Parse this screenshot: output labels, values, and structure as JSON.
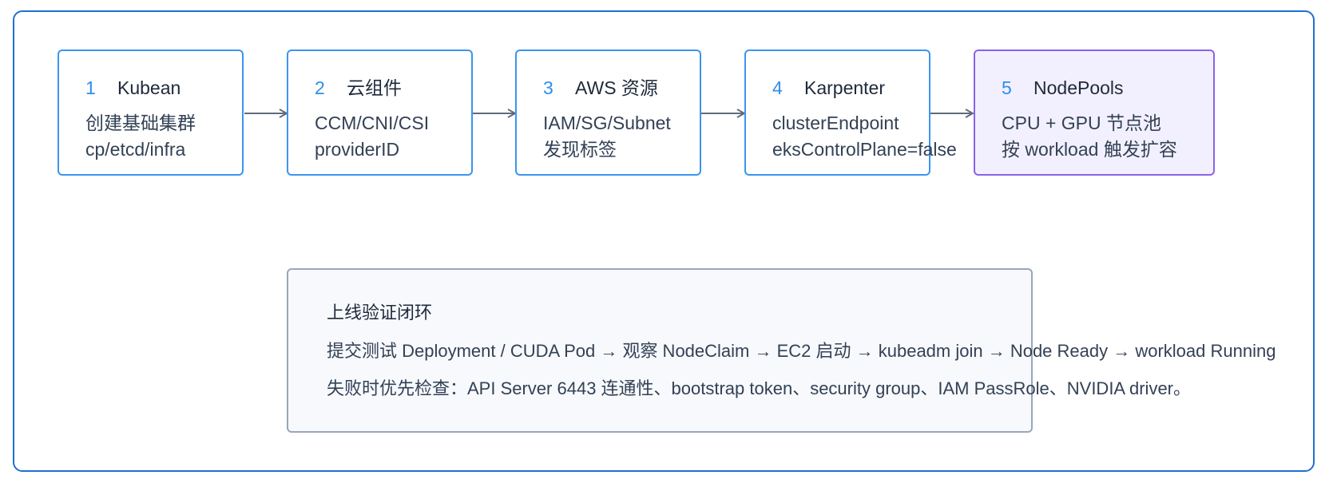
{
  "steps": [
    {
      "num": "1",
      "title": "Kubean",
      "line1": "创建基础集群",
      "line2": "cp/etcd/infra"
    },
    {
      "num": "2",
      "title": "云组件",
      "line1": "CCM/CNI/CSI",
      "line2": "providerID"
    },
    {
      "num": "3",
      "title": "AWS 资源",
      "line1": "IAM/SG/Subnet",
      "line2": "发现标签"
    },
    {
      "num": "4",
      "title": "Karpenter",
      "line1": "clusterEndpoint",
      "line2": "eksControlPlane=false"
    },
    {
      "num": "5",
      "title": "NodePools",
      "line1": "CPU + GPU 节点池",
      "line2": "按 workload 触发扩容"
    }
  ],
  "verify": {
    "title": "上线验证闭环",
    "line1": "提交测试 Deployment / CUDA Pod → 观察 NodeClaim → EC2 启动 → kubeadm join → Node Ready → workload Running",
    "line2": "失败时优先检查：API Server 6443 连通性、bootstrap token、security group、IAM PassRole、NVIDIA driver。"
  },
  "colors": {
    "frame_border": "#1f6fd1",
    "step_border": "#3b95ee",
    "final_step_border": "#8a63e8",
    "final_step_fill": "#f2f0fe",
    "verify_border": "#9aa6b8",
    "arrow": "#5f6b7d"
  }
}
